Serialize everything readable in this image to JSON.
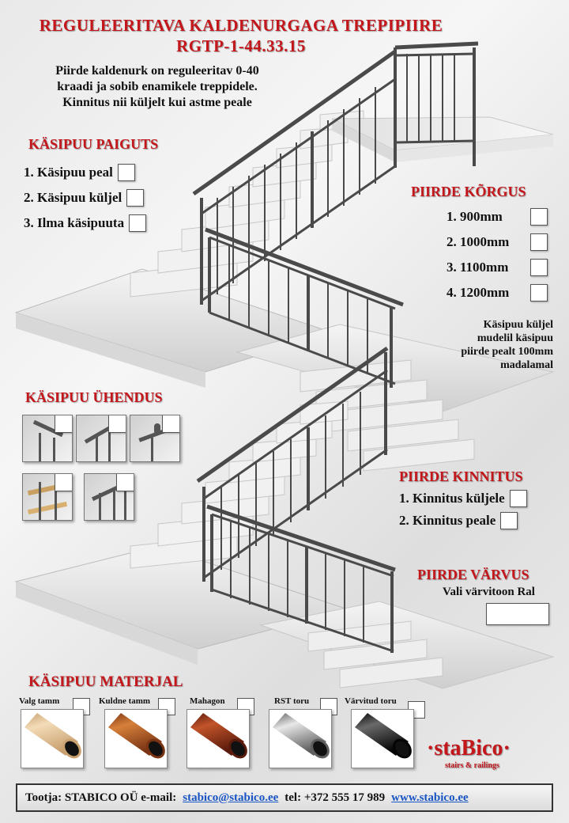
{
  "title": {
    "line1": "REGULEERITAVA KALDENURGAGA  TREPIPIIRE",
    "line2": "RGTP-1-44.33.15"
  },
  "intro": {
    "line1": "Piirde kaldenurk  on reguleeritav 0-40",
    "line2": "kraadi ja sobib enamikele treppidele.",
    "line3": "Kinnitus nii küljelt kui astme peale"
  },
  "kasipuu_paiguts": {
    "heading": "KÄSIPUU PAIGUTS",
    "options": [
      "1. Käsipuu peal",
      "2. Käsipuu küljel",
      "3. Ilma käsipuuta"
    ]
  },
  "piirde_korgus": {
    "heading": "PIIRDE KÕRGUS",
    "options": [
      "1. 900mm",
      "2. 1000mm",
      "3. 1100mm",
      "4. 1200mm"
    ]
  },
  "note": {
    "line1": "Käsipuu küljel",
    "line2": "mudelil käsipuu",
    "line3": "piirde pealt 100mm",
    "line4": "madalamal"
  },
  "kasipuu_uhendus": {
    "heading": "KÄSIPUU ÜHENDUS"
  },
  "piirde_kinnitus": {
    "heading": "PIIRDE KINNITUS",
    "options": [
      "1. Kinnitus küljele",
      "2. Kinnitus peale"
    ]
  },
  "piirde_varvus": {
    "heading": "PIIRDE VÄRVUS",
    "label": "Vali värvitoon Ral"
  },
  "kasipuu_materjal": {
    "heading": "KÄSIPUU MATERJAL",
    "items": [
      {
        "label": "Valg tamm",
        "color1": "#f3dcb8",
        "color2": "#c9a070"
      },
      {
        "label": "Kuldne tamm",
        "color1": "#d6803a",
        "color2": "#7a3414"
      },
      {
        "label": "Mahagon",
        "color1": "#c2542a",
        "color2": "#5a1a0c"
      },
      {
        "label": "RST toru",
        "color1": "#e8e8e8",
        "color2": "#5e5e5e"
      },
      {
        "label": "Värvitud toru",
        "color1": "#6a6a6a",
        "color2": "#050505"
      }
    ]
  },
  "logo": {
    "name": "·staBico·",
    "tagline": "stairs & railings"
  },
  "footer": {
    "label": "Tootja:  STABICO OÜ e-mail:",
    "email": "stabico@stabico.ee",
    "tel": "tel:  +372 555 17 989",
    "web": "www.stabico.ee"
  },
  "colors": {
    "heading_red": "#c3171c",
    "link_blue": "#1a55c4",
    "rail_gray": "#4a4a4a"
  }
}
